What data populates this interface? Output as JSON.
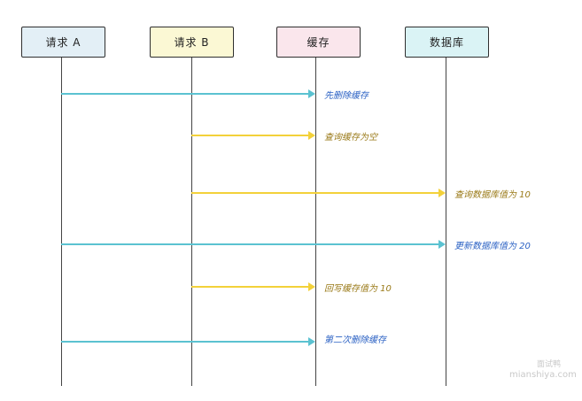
{
  "actors": [
    {
      "label": "请求 A",
      "fill": "#e3eff6"
    },
    {
      "label": "请求 B",
      "fill": "#fbf8d4"
    },
    {
      "label": "缓存",
      "fill": "#fae6ec"
    },
    {
      "label": "数据库",
      "fill": "#daf3f5"
    }
  ],
  "messages": [
    {
      "from": 0,
      "to": 2,
      "text": "先删除缓存",
      "color": "#5bc2d1",
      "label_color": "#2c62c4"
    },
    {
      "from": 1,
      "to": 2,
      "text": "查询缓存为空",
      "color": "#f3d13a",
      "label_color": "#9a7a18"
    },
    {
      "from": 1,
      "to": 3,
      "text": "查询数据库值为 10",
      "color": "#f3d13a",
      "label_color": "#9a7a18"
    },
    {
      "from": 0,
      "to": 3,
      "text": "更新数据库值为 20",
      "color": "#5bc2d1",
      "label_color": "#2c62c4"
    },
    {
      "from": 1,
      "to": 2,
      "text": "回写缓存值为 10",
      "color": "#f3d13a",
      "label_color": "#9a7a18"
    },
    {
      "from": 0,
      "to": 2,
      "text": "第二次删除缓存",
      "color": "#5bc2d1",
      "label_color": "#2c62c4"
    }
  ],
  "watermark": {
    "line1": "面试鸭",
    "line2": "mianshiya.com"
  }
}
